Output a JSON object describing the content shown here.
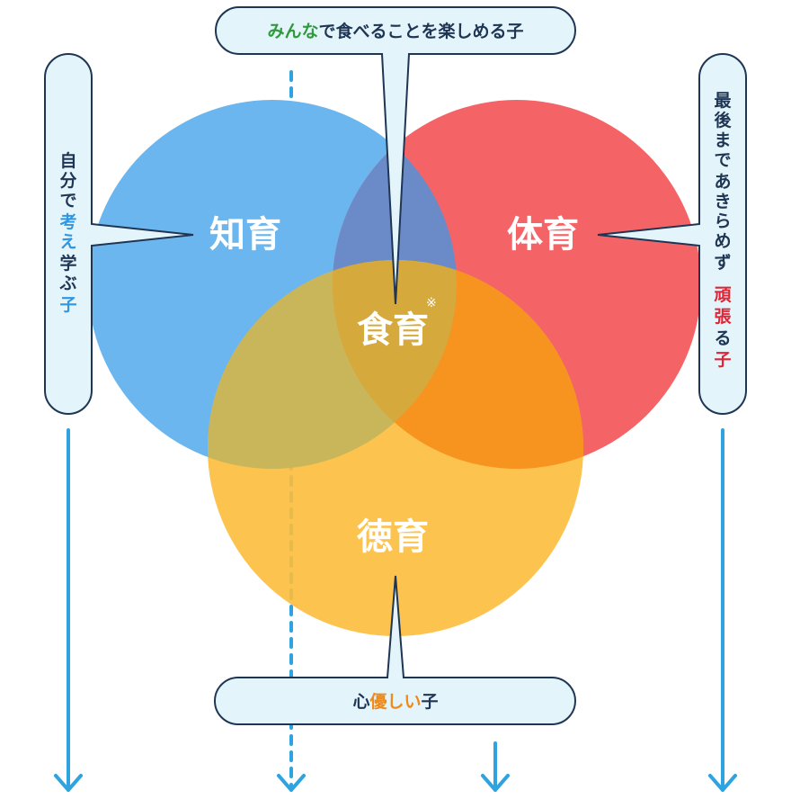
{
  "colors": {
    "blue": "#6bb6ee",
    "red": "#f46467",
    "orange": "#fcbc3c",
    "callout_fill": "#e3f5fb",
    "callout_stroke": "#1f3554",
    "arrow": "#2fa3e0",
    "highlight_green": "#2e9a3b",
    "highlight_blue": "#2f96e3",
    "highlight_red": "#e02335",
    "highlight_orange": "#f08a1a"
  },
  "circles": {
    "intellect": "知育",
    "physical": "体育",
    "moral": "徳育",
    "food": "食育",
    "food_mark": "※"
  },
  "callouts": {
    "top": {
      "highlight": "みんな",
      "rest": "で食べることを楽しめる子"
    },
    "left": {
      "plain": [
        "自",
        "分",
        "で"
      ],
      "highlight": [
        "考",
        "え"
      ],
      "plain2": [
        "学",
        "ぶ"
      ],
      "highlight2": [
        "子"
      ]
    },
    "right": {
      "plain": [
        "最",
        "後",
        "ま",
        "で",
        "あ",
        "き",
        "ら",
        "め",
        "ず"
      ],
      "highlight": [
        "頑",
        "張"
      ],
      "plain2": [
        "る",
        "子"
      ]
    },
    "bottom": {
      "pre": "心",
      "highlight": "優しい",
      "post": "子"
    }
  },
  "icons": {
    "arrows": "arrow-down-icon"
  }
}
